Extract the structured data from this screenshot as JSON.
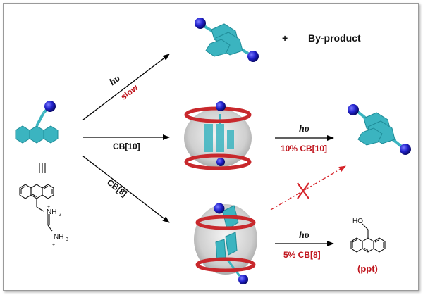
{
  "labels": {
    "byproduct_plus": "+",
    "byproduct": "By-product",
    "hv_top": "hυ",
    "slow": "slow",
    "cb10_path": "CB[10]",
    "cb8_path": "CB[8]",
    "hv_cb10": "hυ",
    "cb10_cat": "10% CB[10]",
    "hv_cb8": "hυ",
    "cb8_cat": "5% CB[8]",
    "ppt": "(ppt)",
    "equiv": "|||"
  },
  "structure": {
    "ho": "HO",
    "nh2": "NH",
    "nh2_sub": "2",
    "nh2_charge": "+",
    "nh3": "NH",
    "nh3_sub": "3",
    "nh3_charge": "+"
  },
  "colors": {
    "teal": "#3bb4c0",
    "teal_dark": "#1f8c98",
    "sphere_blue": "#1f1fbf",
    "ring_red": "#c8282c",
    "arrow_red": "#d6242a",
    "label_red": "#c0141c"
  }
}
